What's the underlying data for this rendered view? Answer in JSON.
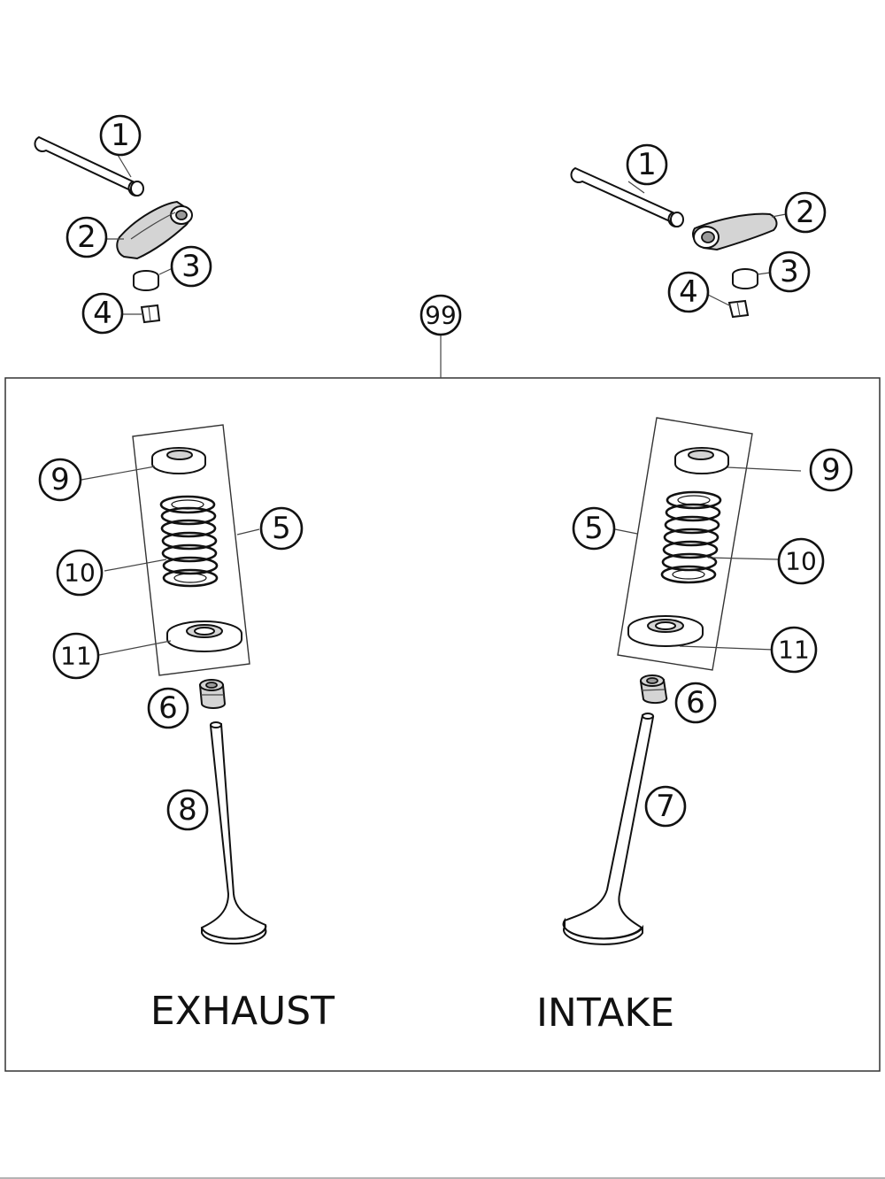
{
  "callouts": {
    "exhaust": {
      "pin": "1",
      "rocker_arm": "2",
      "cap": "3",
      "collet": "4",
      "spring_kit": "5",
      "seal": "6",
      "valve": "8",
      "upper_retainer": "9",
      "spring": "10",
      "lower_seat": "11"
    },
    "intake": {
      "pin": "1",
      "rocker_arm": "2",
      "cap": "3",
      "collet": "4",
      "spring_kit": "5",
      "seal": "6",
      "valve": "7",
      "upper_retainer": "9",
      "spring": "10",
      "lower_seat": "11"
    },
    "assembly": "99"
  },
  "labels": {
    "exhaust": "EXHAUST",
    "intake": "INTAKE"
  }
}
